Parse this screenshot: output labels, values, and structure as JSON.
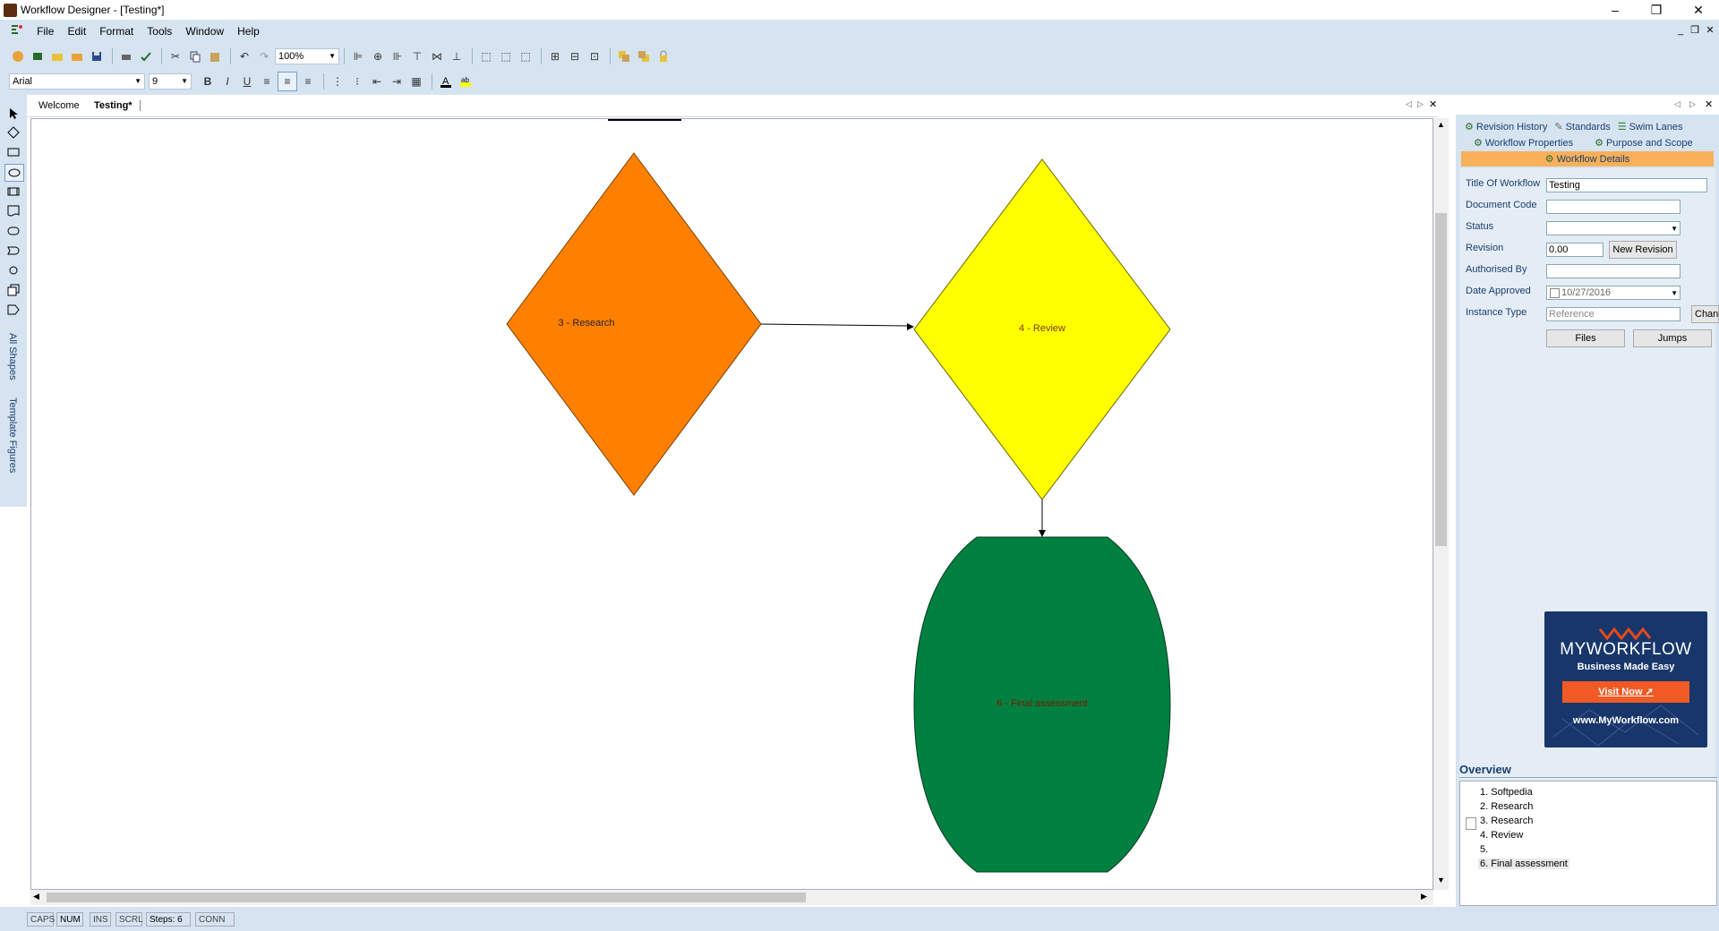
{
  "window": {
    "title": "Workflow Designer - [Testing*]",
    "minimize": "–",
    "restore": "❐",
    "close": "✕"
  },
  "menu": {
    "items": [
      "File",
      "Edit",
      "Format",
      "Tools",
      "Window",
      "Help"
    ]
  },
  "toolbar": {
    "zoom": "100%"
  },
  "format_bar": {
    "font": "Arial",
    "size": "9",
    "bold": "B",
    "italic": "I",
    "underline": "U"
  },
  "left_bar": {
    "all_shapes": "All Shapes",
    "template_figures": "Template Figures"
  },
  "tabs": {
    "welcome": "Welcome",
    "testing": "Testing*"
  },
  "shapes": {
    "research": "3 - Research",
    "review": "4 - Review",
    "final": "6 - Final assessment"
  },
  "colors": {
    "research": "#ff8000",
    "review": "#ffff00",
    "final": "#008040",
    "chrome": "#d6e3f1",
    "accent_tab": "#f8b05a"
  },
  "right_panel": {
    "tabs": [
      "Revision History",
      "Standards",
      "Swim Lanes",
      "Workflow Properties",
      "Purpose and Scope"
    ],
    "active_tab": "Workflow Details",
    "labels": {
      "title": "Title Of Workflow",
      "doc_code": "Document Code",
      "status": "Status",
      "revision": "Revision",
      "authorised": "Authorised By",
      "date": "Date Approved",
      "instance": "Instance Type"
    },
    "values": {
      "title": "Testing",
      "doc_code": "",
      "status": "",
      "revision": "0.00",
      "authorised": "",
      "date": "10/27/2016",
      "instance": "Reference"
    },
    "buttons": {
      "new_revision": "New Revision",
      "change": "Chan",
      "files": "Files",
      "jumps": "Jumps"
    }
  },
  "ad": {
    "brand": "MYWORKFLOW",
    "tagline": "Business Made Easy",
    "cta": "Visit Now",
    "url": "www.MyWorkflow.com"
  },
  "overview": {
    "title": "Overview",
    "items": [
      "1. Softpedia",
      "2. Research",
      "3. Research",
      "4. Review",
      "5.",
      "6. Final assessment"
    ]
  },
  "status": {
    "caps": "CAPS",
    "num": "NUM",
    "ins": "INS",
    "scrl": "SCRL",
    "steps": "Steps: 6",
    "conn": "CONN"
  }
}
